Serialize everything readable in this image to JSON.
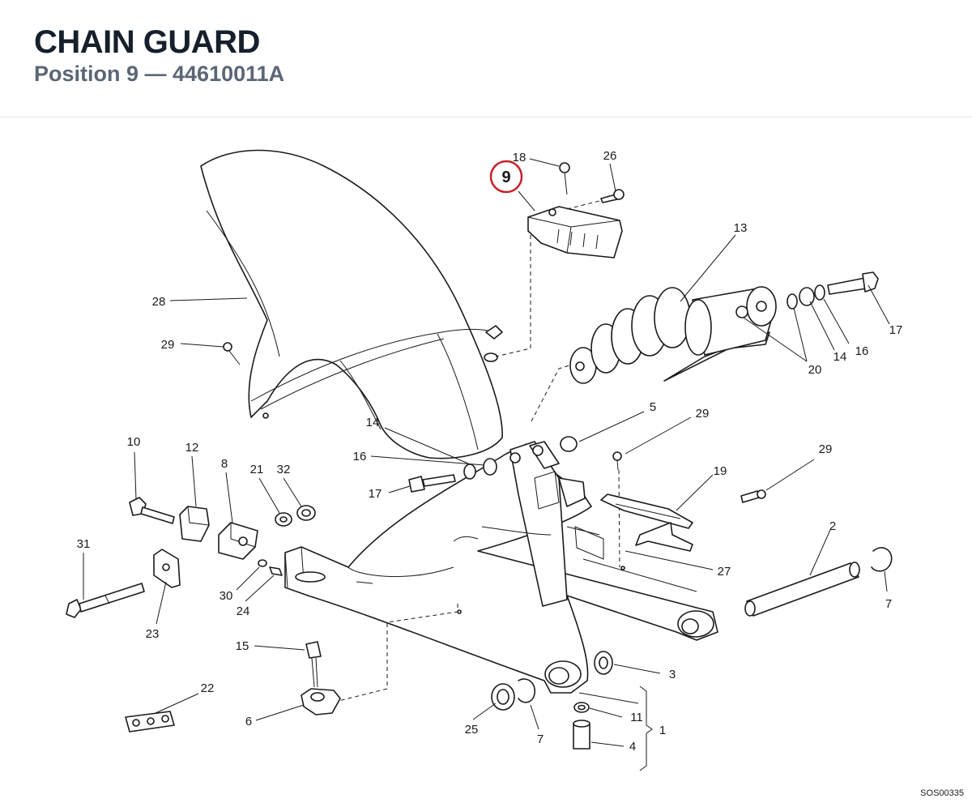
{
  "header": {
    "title": "CHAIN GUARD",
    "subtitle": "Position 9 — 44610011A"
  },
  "diagram": {
    "highlighted_callout": "9",
    "highlight_color": "#c8202a",
    "reference_code": "SOS00335",
    "callouts": {
      "c18": "18",
      "c26": "26",
      "c13": "13",
      "c28": "28",
      "c29a": "29",
      "c17a": "17",
      "c16a": "16",
      "c14a": "14",
      "c20": "20",
      "c14b": "14",
      "c16b": "16",
      "c5": "5",
      "c29b": "29",
      "c29c": "29",
      "c17b": "17",
      "c10": "10",
      "c12": "12",
      "c8": "8",
      "c21": "21",
      "c32": "32",
      "c19": "19",
      "c2": "2",
      "c31": "31",
      "c7a": "7",
      "c27": "27",
      "c30": "30",
      "c24": "24",
      "c23": "23",
      "c15": "15",
      "c3": "3",
      "c22": "22",
      "c6": "6",
      "c11": "11",
      "c1": "1",
      "c25": "25",
      "c7b": "7",
      "c4": "4"
    }
  }
}
